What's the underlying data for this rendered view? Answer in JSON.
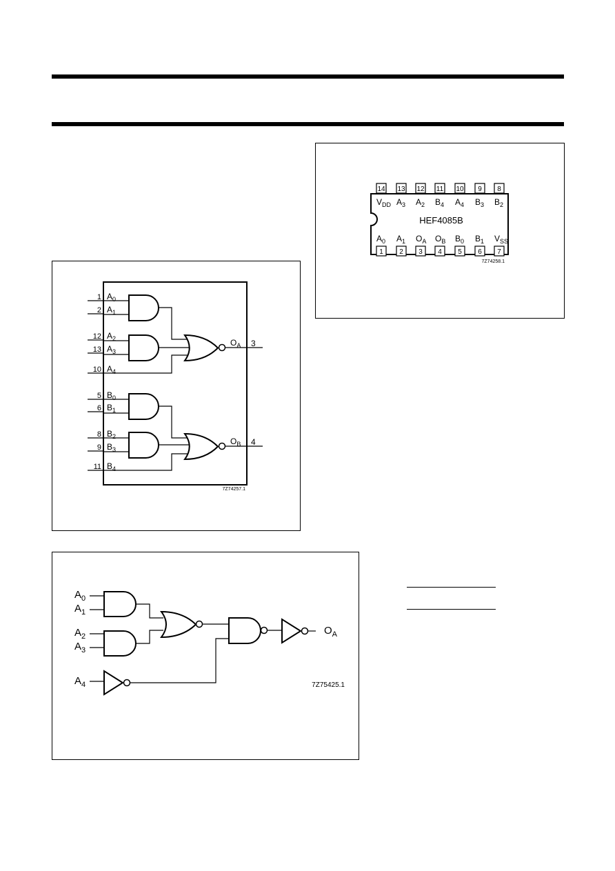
{
  "logic_diagram": {
    "a_inputs": [
      {
        "pin": "1",
        "name": "A",
        "sub": "0"
      },
      {
        "pin": "2",
        "name": "A",
        "sub": "1"
      },
      {
        "pin": "12",
        "name": "A",
        "sub": "2"
      },
      {
        "pin": "13",
        "name": "A",
        "sub": "3"
      },
      {
        "pin": "10",
        "name": "A",
        "sub": "4"
      }
    ],
    "b_inputs": [
      {
        "pin": "5",
        "name": "B",
        "sub": "0"
      },
      {
        "pin": "6",
        "name": "B",
        "sub": "1"
      },
      {
        "pin": "8",
        "name": "B",
        "sub": "2"
      },
      {
        "pin": "9",
        "name": "B",
        "sub": "3"
      },
      {
        "pin": "11",
        "name": "B",
        "sub": "4"
      }
    ],
    "outputs": [
      {
        "name": "O",
        "sub": "A",
        "pin": "3"
      },
      {
        "name": "O",
        "sub": "B",
        "pin": "4"
      }
    ],
    "code": "7Z74257.1"
  },
  "pinning": {
    "chip_name": "HEF4085B",
    "top_pins": [
      {
        "num": "14",
        "name": "V",
        "sub": "DD"
      },
      {
        "num": "13",
        "name": "A",
        "sub": "3"
      },
      {
        "num": "12",
        "name": "A",
        "sub": "2"
      },
      {
        "num": "11",
        "name": "B",
        "sub": "4"
      },
      {
        "num": "10",
        "name": "A",
        "sub": "4"
      },
      {
        "num": "9",
        "name": "B",
        "sub": "3"
      },
      {
        "num": "8",
        "name": "B",
        "sub": "2"
      }
    ],
    "bottom_pins": [
      {
        "num": "1",
        "name": "A",
        "sub": "0"
      },
      {
        "num": "2",
        "name": "A",
        "sub": "1"
      },
      {
        "num": "3",
        "name": "O",
        "sub": "A"
      },
      {
        "num": "4",
        "name": "O",
        "sub": "B"
      },
      {
        "num": "5",
        "name": "B",
        "sub": "0"
      },
      {
        "num": "6",
        "name": "B",
        "sub": "1"
      },
      {
        "num": "7",
        "name": "V",
        "sub": "SS"
      }
    ],
    "code": "7Z74258.1"
  },
  "gate_diagram": {
    "inputs": [
      {
        "name": "A",
        "sub": "0"
      },
      {
        "name": "A",
        "sub": "1"
      },
      {
        "name": "A",
        "sub": "2"
      },
      {
        "name": "A",
        "sub": "3"
      },
      {
        "name": "A",
        "sub": "4"
      }
    ],
    "output": {
      "name": "O",
      "sub": "A"
    },
    "code": "7Z75425.1"
  }
}
